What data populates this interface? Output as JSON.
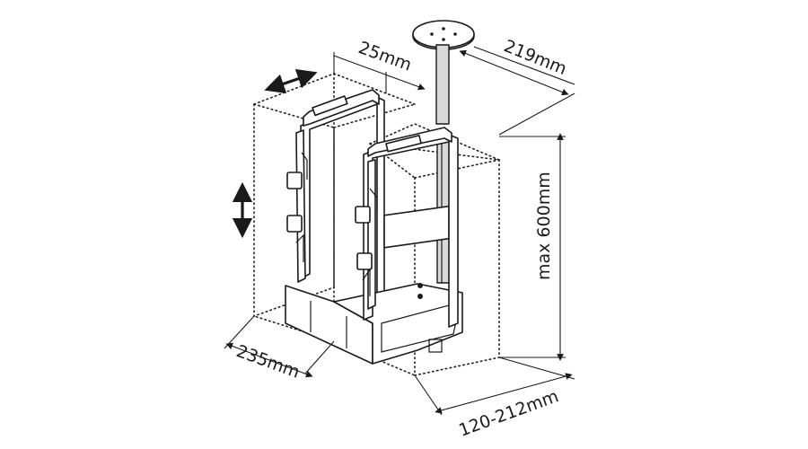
{
  "dimensions": {
    "top_depth": "25mm",
    "top_width": "219mm",
    "height": "max 600mm",
    "base_depth": "235mm",
    "base_width": "120-212mm"
  },
  "icons": {
    "horizontal_adjust": "double-arrow-horizontal-icon",
    "vertical_adjust": "double-arrow-vertical-icon"
  },
  "colors": {
    "line": "#1a1a1a",
    "pole_fill": "#d9d9d9",
    "background": "#ffffff"
  }
}
